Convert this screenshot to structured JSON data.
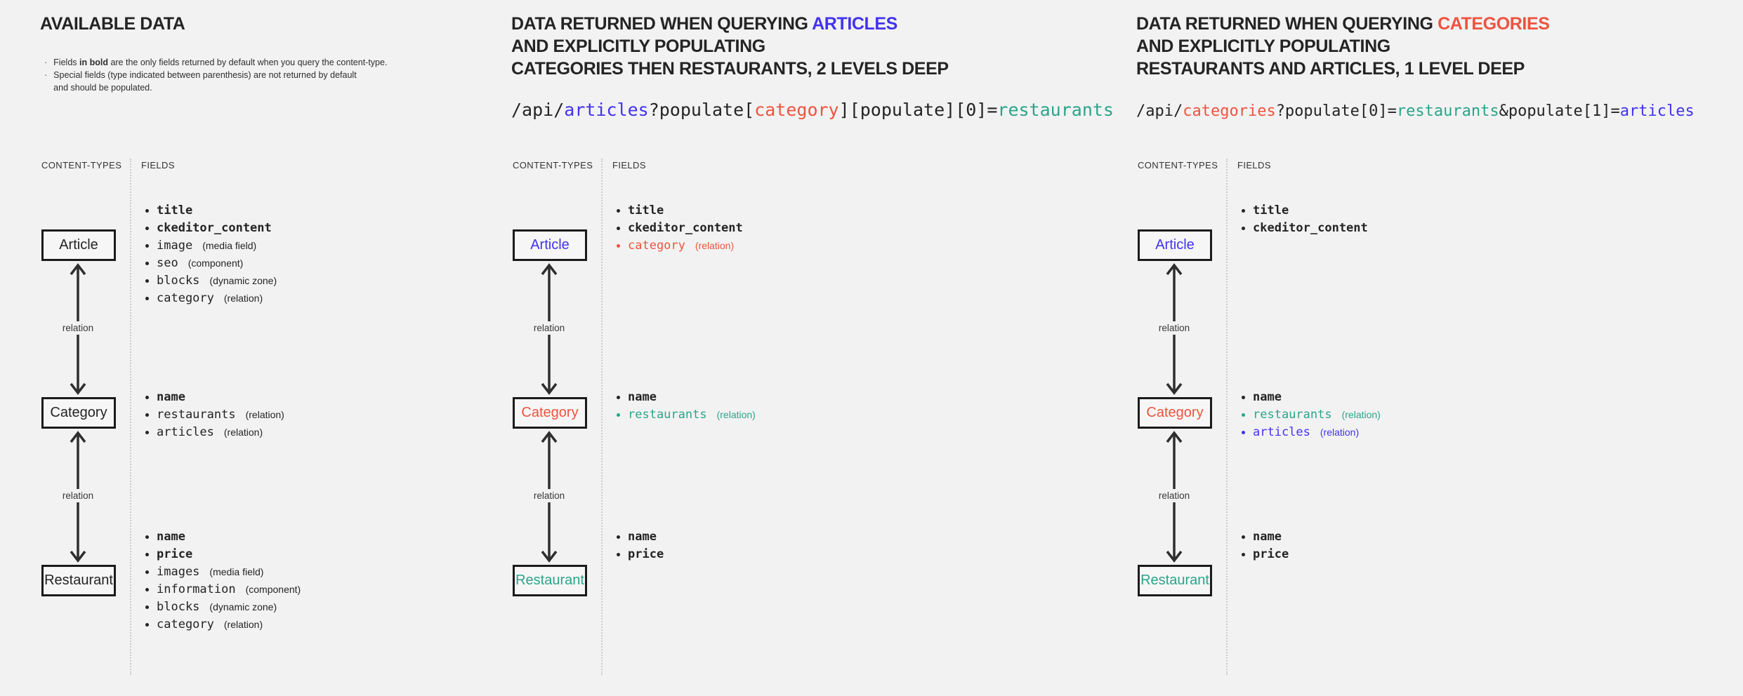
{
  "colors": {
    "dark": "#242424",
    "blue": "#4232f0",
    "red": "#ee5340",
    "teal": "#2aa58a"
  },
  "relation_arrow_color": "#2e2e2e",
  "columns": [
    {
      "name": "available-data",
      "title": [
        [
          {
            "t": "AVAILABLE DATA",
            "c": "dark"
          }
        ]
      ],
      "notes": [
        {
          "lines": [
            [
              {
                "t": "Fields "
              },
              {
                "t": "in bold",
                "b": true
              },
              {
                "t": " are the only fields returned by default when you query the content-type."
              }
            ]
          ]
        },
        {
          "lines": [
            [
              {
                "t": "Special fields (type indicated between parenthesis) are not returned by default"
              }
            ],
            [
              {
                "t": "and should be populated."
              }
            ]
          ]
        }
      ],
      "api": null,
      "content_types_header": "CONTENT-TYPES",
      "fields_header": "FIELDS",
      "relation_label": "relation",
      "boxes": [
        {
          "label": "Article",
          "color": "dark",
          "fields": [
            {
              "name": "title",
              "bold": true,
              "color": "dark"
            },
            {
              "name": "ckeditor_content",
              "bold": true,
              "color": "dark"
            },
            {
              "name": "image",
              "annotation": "(media field)",
              "color": "dark"
            },
            {
              "name": "seo",
              "annotation": "(component)",
              "color": "dark"
            },
            {
              "name": "blocks",
              "annotation": "(dynamic zone)",
              "color": "dark"
            },
            {
              "name": "category",
              "annotation": "(relation)",
              "color": "dark"
            }
          ]
        },
        {
          "label": "Category",
          "color": "dark",
          "fields": [
            {
              "name": "name",
              "bold": true,
              "color": "dark"
            },
            {
              "name": "restaurants",
              "annotation": "(relation)",
              "color": "dark"
            },
            {
              "name": "articles",
              "annotation": "(relation)",
              "color": "dark"
            }
          ]
        },
        {
          "label": "Restaurant",
          "color": "dark",
          "fields": [
            {
              "name": "name",
              "bold": true,
              "color": "dark"
            },
            {
              "name": "price",
              "bold": true,
              "color": "dark"
            },
            {
              "name": "images",
              "annotation": "(media field)",
              "color": "dark"
            },
            {
              "name": "information",
              "annotation": "(component)",
              "color": "dark"
            },
            {
              "name": "blocks",
              "annotation": "(dynamic zone)",
              "color": "dark"
            },
            {
              "name": "category",
              "annotation": "(relation)",
              "color": "dark"
            }
          ]
        }
      ]
    },
    {
      "name": "query-articles",
      "title": [
        [
          {
            "t": "DATA RETURNED WHEN QUERYING ",
            "c": "dark"
          },
          {
            "t": "ARTICLES",
            "c": "blue"
          }
        ],
        [
          {
            "t": "AND EXPLICITLY POPULATING",
            "c": "dark"
          }
        ],
        [
          {
            "t": "CATEGORIES THEN RESTAURANTS, 2 LEVELS DEEP",
            "c": "dark"
          }
        ]
      ],
      "notes": null,
      "api": [
        {
          "t": "/api/",
          "c": "dark"
        },
        {
          "t": "articles",
          "c": "blue"
        },
        {
          "t": "?populate[",
          "c": "dark"
        },
        {
          "t": "category",
          "c": "red"
        },
        {
          "t": "][populate][0]=",
          "c": "dark"
        },
        {
          "t": "restaurants",
          "c": "teal"
        }
      ],
      "content_types_header": "CONTENT-TYPES",
      "fields_header": "FIELDS",
      "relation_label": "relation",
      "boxes": [
        {
          "label": "Article",
          "color": "blue",
          "fields": [
            {
              "name": "title",
              "bold": true,
              "color": "dark"
            },
            {
              "name": "ckeditor_content",
              "bold": true,
              "color": "dark"
            },
            {
              "name": "category",
              "annotation": "(relation)",
              "color": "red"
            }
          ]
        },
        {
          "label": "Category",
          "color": "red",
          "fields": [
            {
              "name": "name",
              "bold": true,
              "color": "dark"
            },
            {
              "name": "restaurants",
              "annotation": "(relation)",
              "color": "teal"
            }
          ]
        },
        {
          "label": "Restaurant",
          "color": "teal",
          "fields": [
            {
              "name": "name",
              "bold": true,
              "color": "dark"
            },
            {
              "name": "price",
              "bold": true,
              "color": "dark"
            }
          ]
        }
      ]
    },
    {
      "name": "query-categories",
      "title": [
        [
          {
            "t": "DATA RETURNED WHEN QUERYING ",
            "c": "dark"
          },
          {
            "t": "CATEGORIES",
            "c": "red"
          }
        ],
        [
          {
            "t": "AND EXPLICITLY POPULATING",
            "c": "dark"
          }
        ],
        [
          {
            "t": "RESTAURANTS AND ARTICLES, 1 LEVEL DEEP",
            "c": "dark"
          }
        ]
      ],
      "notes": null,
      "api": [
        {
          "t": "/api/",
          "c": "dark"
        },
        {
          "t": "categories",
          "c": "red"
        },
        {
          "t": "?populate[0]=",
          "c": "dark"
        },
        {
          "t": "restaurants",
          "c": "teal"
        },
        {
          "t": "&populate[1]=",
          "c": "dark"
        },
        {
          "t": "articles",
          "c": "blue"
        }
      ],
      "content_types_header": "CONTENT-TYPES",
      "fields_header": "FIELDS",
      "relation_label": "relation",
      "boxes": [
        {
          "label": "Article",
          "color": "blue",
          "fields": [
            {
              "name": "title",
              "bold": true,
              "color": "dark"
            },
            {
              "name": "ckeditor_content",
              "bold": true,
              "color": "dark"
            }
          ]
        },
        {
          "label": "Category",
          "color": "red",
          "fields": [
            {
              "name": "name",
              "bold": true,
              "color": "dark"
            },
            {
              "name": "restaurants",
              "annotation": "(relation)",
              "color": "teal"
            },
            {
              "name": "articles",
              "annotation": "(relation)",
              "color": "blue"
            }
          ]
        },
        {
          "label": "Restaurant",
          "color": "teal",
          "fields": [
            {
              "name": "name",
              "bold": true,
              "color": "dark"
            },
            {
              "name": "price",
              "bold": true,
              "color": "dark"
            }
          ]
        }
      ]
    }
  ]
}
